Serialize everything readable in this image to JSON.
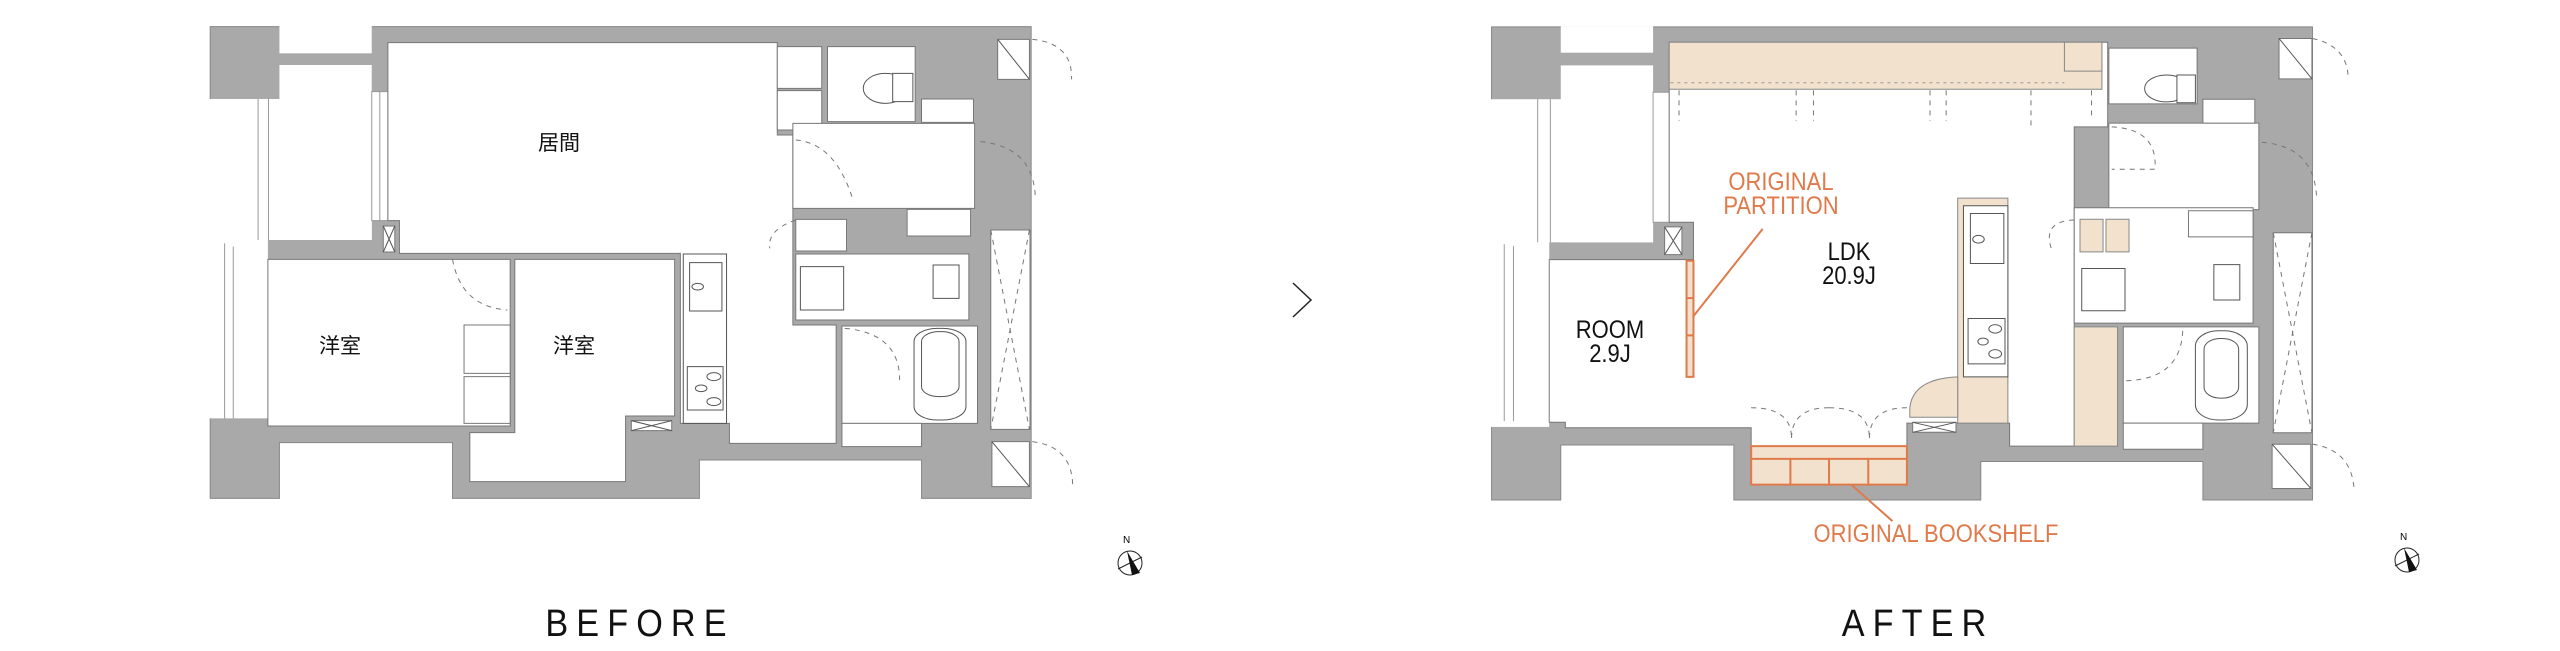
{
  "before": {
    "title": "BEFORE",
    "rooms": {
      "living": "居間",
      "western_room_1": "洋室",
      "western_room_2": "洋室"
    },
    "compass_label": "N"
  },
  "separator": ">",
  "after": {
    "title": "AFTER",
    "rooms": {
      "ldk_name": "LDK",
      "ldk_size": "20.9J",
      "room_name": "ROOM",
      "room_size": "2.9J"
    },
    "annotations": {
      "partition_line1": "ORIGINAL",
      "partition_line2": "PARTITION",
      "bookshelf": "ORIGINAL BOOKSHELF"
    },
    "compass_label": "N"
  },
  "colors": {
    "wall": "#a9a9a9",
    "accent": "#e07a4a",
    "wood": "#f1e1cd"
  }
}
